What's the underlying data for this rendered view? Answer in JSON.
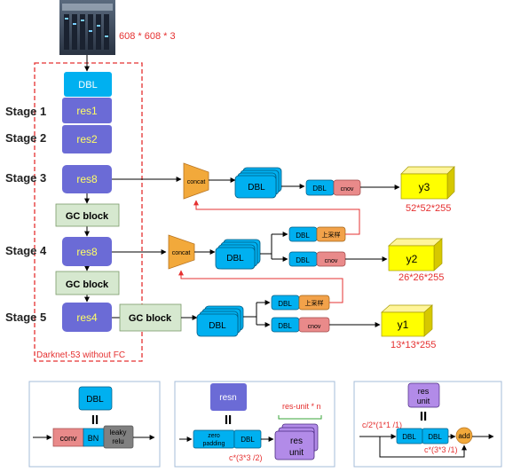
{
  "input": {
    "size_label": "608 * 608 * 3",
    "image_desc": "server-rack-photo"
  },
  "backbone": {
    "caption": "Darknet-53 without FC",
    "dbl_label": "DBL",
    "res1_label": "res1",
    "res2_label": "res2",
    "res8a_label": "res8",
    "gc1_label": "GC block",
    "res8b_label": "res8",
    "gc2_label": "GC block",
    "res4_label": "res4"
  },
  "stages": {
    "s1": "Stage 1",
    "s2": "Stage 2",
    "s3": "Stage 3",
    "s4": "Stage 4",
    "s5": "Stage 5"
  },
  "side": {
    "gc3_label": "GC block"
  },
  "head": {
    "concat": "concat",
    "dbl": "DBL",
    "conv": "cnov",
    "upsample": "上采样",
    "y3": "y3",
    "y3_size": "52*52*255",
    "y2": "y2",
    "y2_size": "26*26*255",
    "y1": "y1",
    "y1_size": "13*13*255"
  },
  "legend": {
    "dbl_title": "DBL",
    "eq": "II",
    "conv": "conv",
    "bn": "BN",
    "leaky_line1": "leaky",
    "leaky_line2": "relu",
    "resn_title": "resn",
    "zero_line1": "zero",
    "zero_line2": "padding",
    "dbl": "DBL",
    "res_unit_n": "res-unit * n",
    "res_unit_line1": "res",
    "res_unit_line2": "unit",
    "c_33_2": "c*(3*3 /2)",
    "resunit_title1": "res",
    "resunit_title2": "unit",
    "c_11": "c/2*(1*1 /1)",
    "c_33_1": "c*(3*3 /1)",
    "add": "add"
  },
  "colors": {
    "dbl_cyan": "#00b0f0",
    "res_blue": "#6b6bd6",
    "gc_green": "#d6e8cf",
    "concat_orange": "#f2a93b",
    "output_yellow": "#ffff00",
    "conv_pink": "#e98a8a",
    "upsample_orange": "#f2a24a",
    "res_unit_purple": "#b28be8",
    "red_dashed": "#e53030",
    "legend_border": "#a6bcd9"
  }
}
